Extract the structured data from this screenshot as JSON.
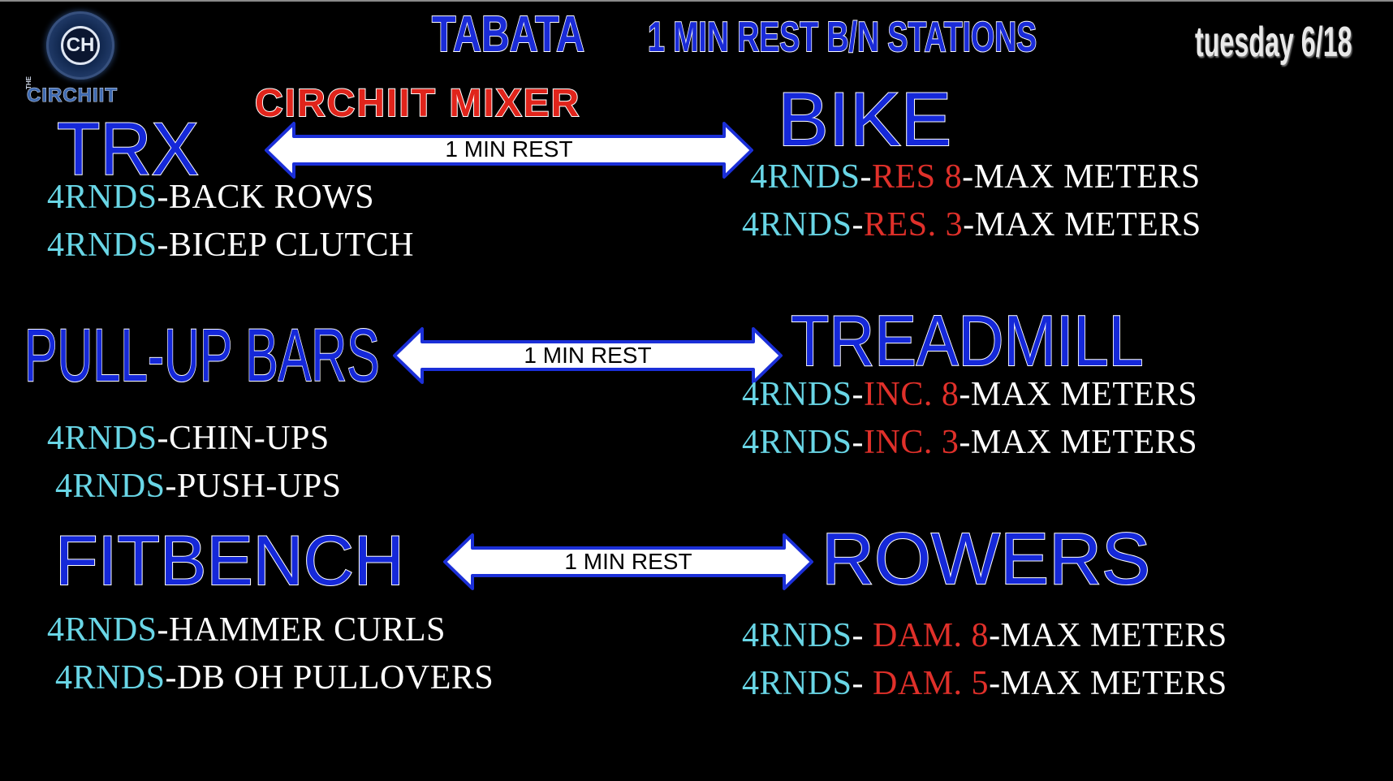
{
  "header": {
    "title": "TABATA",
    "rest_note": "1 MIN REST B/N STATIONS",
    "date": "tuesday 6/18"
  },
  "logo": {
    "initials": "CH",
    "the": "THE",
    "wordmark": "CIRCHIIT"
  },
  "mixer": "CIRCHIIT MIXER",
  "rest_label": "1 MIN REST",
  "colors": {
    "background": "#000000",
    "station_blue": "#1528d9",
    "rounds_cyan": "#69d6e6",
    "level_red": "#e0302a",
    "mixer_red": "#e0241b"
  },
  "stations": {
    "trx": {
      "name": "TRX",
      "lines": [
        {
          "rounds": "4RNDS",
          "sep": "-",
          "level": "",
          "text": "BACK ROWS"
        },
        {
          "rounds": "4RNDS",
          "sep": "-",
          "level": "",
          "text": "BICEP CLUTCH"
        }
      ]
    },
    "bike": {
      "name": "BIKE",
      "lines": [
        {
          "rounds": "4RNDS",
          "sep": "-",
          "level": "RES 8",
          "text": "-MAX METERS"
        },
        {
          "rounds": "4RNDS",
          "sep": "-",
          "level": "RES. 3",
          "text": "-MAX METERS"
        }
      ]
    },
    "pullup": {
      "name": "PULL-UP BARS",
      "lines": [
        {
          "rounds": "4RNDS",
          "sep": "-",
          "level": "",
          "text": "CHIN-UPS"
        },
        {
          "rounds": "4RNDS",
          "sep": "-",
          "level": "",
          "text": "PUSH-UPS"
        }
      ]
    },
    "treadmill": {
      "name": "TREADMILL",
      "lines": [
        {
          "rounds": "4RNDS",
          "sep": "-",
          "level": "INC. 8",
          "text": "-MAX METERS"
        },
        {
          "rounds": "4RNDS",
          "sep": "-",
          "level": "INC. 3",
          "text": "-MAX METERS"
        }
      ]
    },
    "fitbench": {
      "name": "FITBENCH",
      "lines": [
        {
          "rounds": "4RNDS",
          "sep": "-",
          "level": "",
          "text": "HAMMER CURLS"
        },
        {
          "rounds": "4RNDS",
          "sep": "-",
          "level": "",
          "text": "DB OH PULLOVERS"
        }
      ]
    },
    "rowers": {
      "name": "ROWERS",
      "lines": [
        {
          "rounds": "4RNDS",
          "sep": "- ",
          "level": "DAM. 8",
          "text": "-MAX METERS"
        },
        {
          "rounds": "4RNDS",
          "sep": "- ",
          "level": "DAM. 5",
          "text": "-MAX METERS"
        }
      ]
    }
  }
}
